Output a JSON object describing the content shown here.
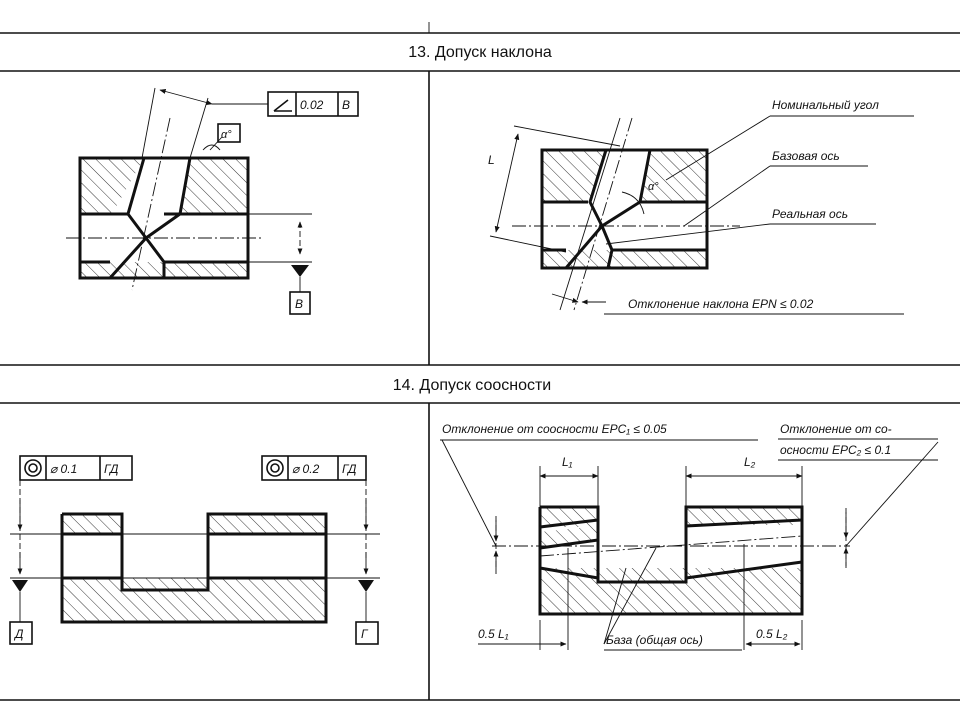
{
  "section13": {
    "title": "13. Допуск наклона",
    "frame": {
      "value": "0.02",
      "datum": "B"
    },
    "angle_symbol": "α°",
    "datum_letter": "B",
    "right": {
      "length_label": "L",
      "angle_label": "α°",
      "labels": [
        "Номинальный угол",
        "Базовая ось",
        "Реальная ось"
      ],
      "deviation": "Отклонение наклона EPN  ≤  0.02"
    }
  },
  "section14": {
    "title": "14. Допуск соосности",
    "frame_left": {
      "value": "⌀ 0.1",
      "datum": "ГД"
    },
    "frame_right": {
      "value": "⌀ 0.2",
      "datum": "ГД"
    },
    "datum_left": "Д",
    "datum_right": "Г",
    "right": {
      "deviation_left": "Отклонение от соосности EPC₁ ≤ 0.05",
      "deviation_right_line1": "Отклонение от со-",
      "deviation_right_line2": "осности  EPC₂ ≤ 0.1",
      "L1": "L₁",
      "L2": "L₂",
      "half_L1": "0.5 L₁",
      "half_L2": "0.5 L₂",
      "base": "База (общая ось)"
    }
  }
}
